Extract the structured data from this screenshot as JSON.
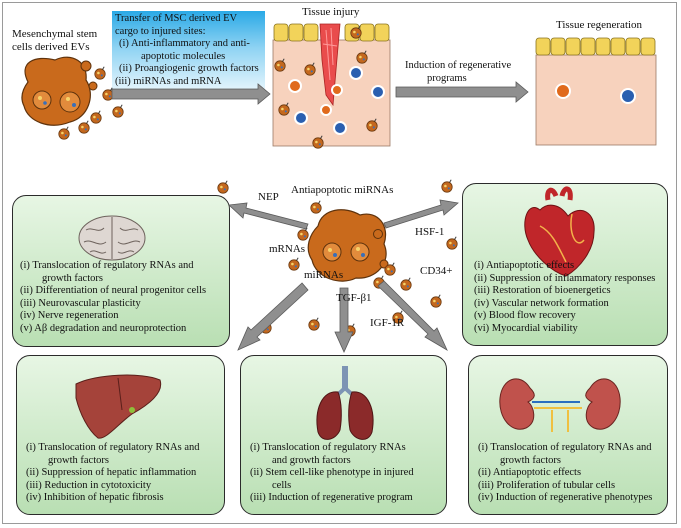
{
  "top": {
    "source_label_line1": "Mesenchymal stem",
    "source_label_line2": "cells derived EVs",
    "transfer_title_line1": "Transfer of MSC derived EV",
    "transfer_title_line2": "cargo to injured sites:",
    "transfer_items": [
      "(i) Anti-inflammatory and anti-",
      "apoptotic molecules",
      "(ii) Proangiogenic growth factors",
      "(iii) miRNAs and mRNA"
    ],
    "tissue_injury": "Tissue injury",
    "induction_line1": "Induction of regenerative",
    "induction_line2": "programs",
    "tissue_regeneration": "Tissue regeneration"
  },
  "center": {
    "nep": "NEP",
    "antiapoptotic_mirnas": "Antiapoptotic miRNAs",
    "hsf1": "HSF-1",
    "mrnas": "mRNAs",
    "mirnas": "miRNAs",
    "cd34": "CD34+",
    "tgf": "TGF-β1",
    "igf": "IGF-1R"
  },
  "brain": {
    "icon": "brain-icon",
    "items": [
      "(i) Translocation of regulatory RNAs and",
      "growth factors",
      "(ii) Differentiation of neural progenitor cells",
      "(iii) Neurovascular plasticity",
      "(iv) Nerve regeneration",
      "(v) Aβ degradation and neuroprotection"
    ]
  },
  "heart": {
    "icon": "heart-icon",
    "items": [
      "(i) Antiapoptotic effects",
      "(ii) Suppression of inflammatory responses",
      "(iii) Restoration of bioenergetics",
      "(iv) Vascular network formation",
      "(v) Blood flow recovery",
      "(vi) Myocardial viability"
    ]
  },
  "liver": {
    "icon": "liver-icon",
    "items": [
      "(i) Translocation of regulatory RNAs and",
      "growth factors",
      "(ii) Suppression of hepatic inflammation",
      "(iii) Reduction in cytotoxicity",
      "(iv) Inhibition of hepatic fibrosis"
    ]
  },
  "lung": {
    "icon": "lungs-icon",
    "items": [
      "(i) Translocation of regulatory RNAs",
      "and growth factors",
      "(ii) Stem cell-like phenotype in injured",
      "cells",
      "(iii) Induction of regenerative program"
    ]
  },
  "kidney": {
    "icon": "kidneys-icon",
    "items": [
      "(i) Translocation of regulatory RNAs and",
      "growth factors",
      "(ii) Antiapoptotic effects",
      "(iii) Proliferation of tubular cells",
      "(iv) Induction of regenerative phenotypes"
    ]
  },
  "colors": {
    "panel_top": "#e7f6e4",
    "panel_bottom": "#b9dfb3",
    "cell_body": "#c96a1c",
    "tissue": "#f7d2bd",
    "epithelium": "#f2d35a",
    "arrow": "#8f8f8f",
    "transfer_box": "#2aa9e6"
  }
}
